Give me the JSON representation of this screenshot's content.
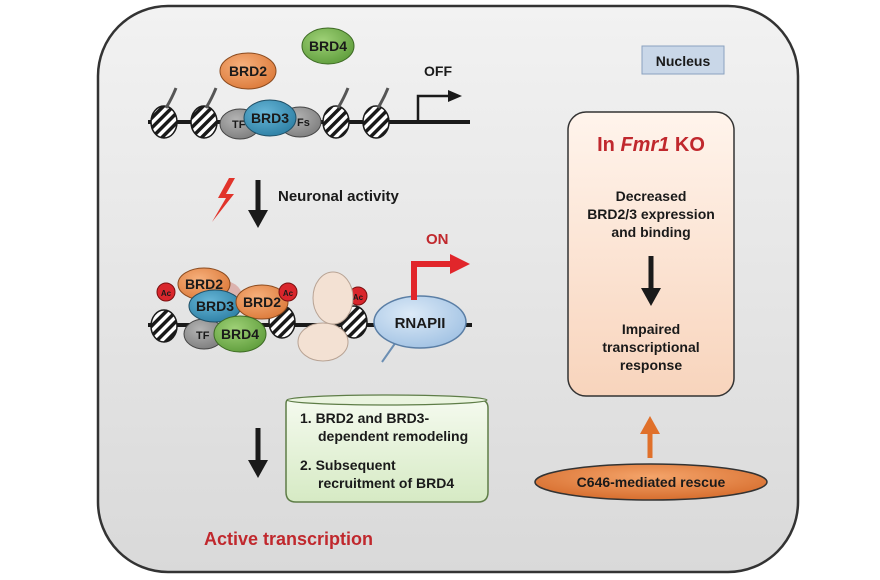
{
  "nucleus_label": "Nucleus",
  "colors": {
    "brd2": "#e98a4c",
    "brd3": "#3f93b8",
    "brd4": "#7cb653",
    "tf": "#8a8a8a",
    "rnapii": "#b9d3ec",
    "ac": "#d9262c",
    "accent_red": "#c0282d",
    "rescue": "#e07b3a",
    "nucleus_box": "#c9d7e8",
    "steps_box": "#e6f2d9",
    "ko_box": "#fbe2d0"
  },
  "state_off": {
    "proteins": {
      "brd2": "BRD2",
      "brd3": "BRD3",
      "brd4": "BRD4"
    },
    "tf_left": "TF",
    "tf_right": "Fs",
    "off_label": "OFF"
  },
  "activity": {
    "label": "Neuronal activity",
    "icon": "lightning-icon"
  },
  "state_on": {
    "on_label": "ON",
    "proteins": {
      "brd2_a": "BRD2",
      "brd3": "BRD3",
      "brd2_b": "BRD2",
      "brd4": "BRD4"
    },
    "tf_label": "TF",
    "ac_label": "Ac",
    "polymerase": "RNAPII"
  },
  "steps": {
    "step1_line1": "1. BRD2 and BRD3-",
    "step1_line2": "dependent remodeling",
    "step2_line1": "2. Subsequent",
    "step2_line2": "recruitment of BRD4"
  },
  "active_transcription": "Active transcription",
  "ko": {
    "title_prefix": "In ",
    "title_gene": "Fmr1",
    "title_suffix": " KO",
    "decreased": "Decreased",
    "decreased_line1": "BRD2/3 expression",
    "decreased_line2": "and binding",
    "impaired": "Impaired",
    "impaired_line1": "transcriptional",
    "impaired_line2": "response"
  },
  "rescue_label": "C646-mediated rescue"
}
